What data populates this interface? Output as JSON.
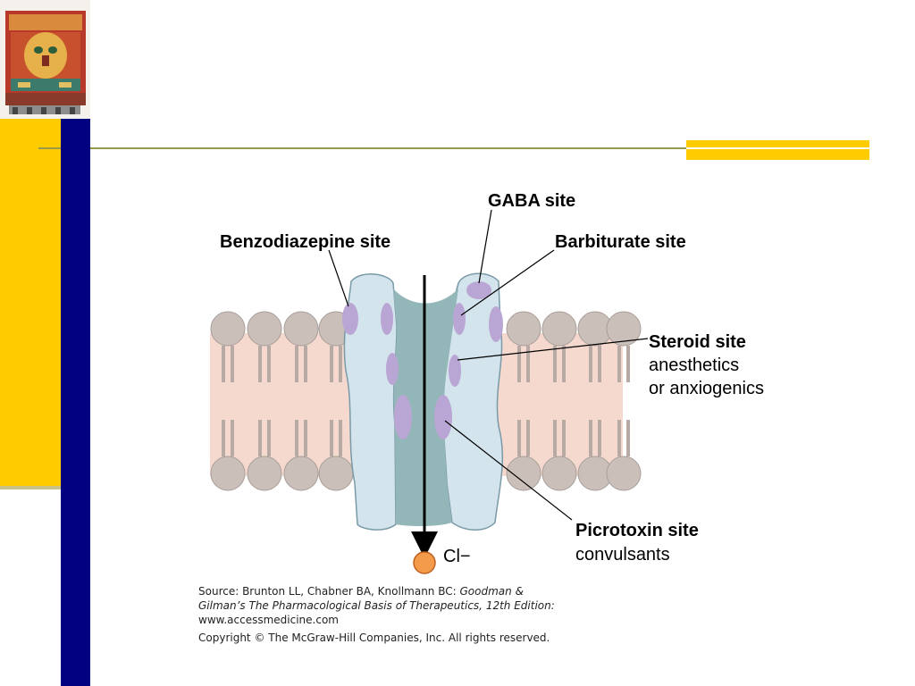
{
  "slide": {
    "colors": {
      "yellow": "#ffcc00",
      "navy": "#000080",
      "olive_line": "#9a9a4a",
      "membrane": "#f5d9cf",
      "lipid_head": "#cbbfba",
      "channel": "#d3e4ec",
      "pore": "#93b6b9",
      "binding_site": "#b9a6d4",
      "chloride_ion": "#f39a4b"
    },
    "logo_icon": "mural-building-logo"
  },
  "diagram": {
    "labels": {
      "gaba_site": "GABA site",
      "benzodiazepine_site": "Benzodiazepine site",
      "barbiturate_site": "Barbiturate site",
      "steroid_site": "Steroid site",
      "steroid_line1": "anesthetics",
      "steroid_line2": "or anxiogenics",
      "picrotoxin_site": "Picrotoxin site",
      "picrotoxin_line1": "convulsants",
      "chloride_ion": "Cl−"
    }
  },
  "caption": {
    "source_prefix": "Source: Brunton LL, Chabner BA, Knollmann BC: ",
    "source_title_part1": "Goodman &",
    "source_title_part2": "Gilman’s The Pharmacological Basis of Therapeutics, 12th Edition:",
    "url": "www.accessmedicine.com",
    "copyright": "Copyright © The McGraw-Hill Companies, Inc. All rights reserved."
  }
}
